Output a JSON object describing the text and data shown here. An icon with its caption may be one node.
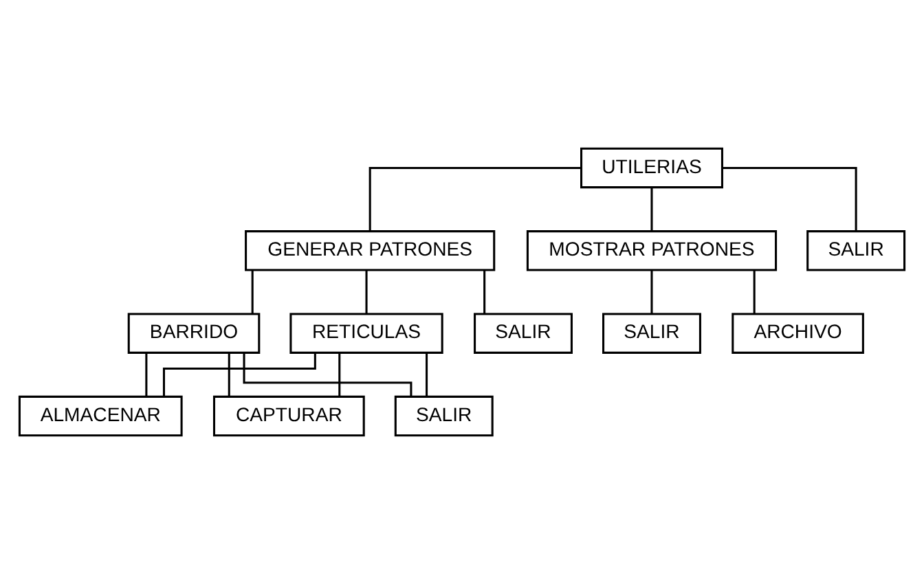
{
  "diagram": {
    "nodes": [
      {
        "text": [
          "UTILERIAS"
        ]
      },
      {
        "text": [
          "GENERAR PATRONES"
        ]
      },
      {
        "text": [
          "MOSTRAR PATRONES"
        ]
      },
      {
        "text": [
          "SALIR"
        ]
      },
      {
        "text": [
          "RETICULAS"
        ]
      },
      {
        "text": [
          "BARRIDO"
        ]
      },
      {
        "text": [
          "SALIR"
        ]
      },
      {
        "text": [
          "ARCHIVO"
        ]
      },
      {
        "text": [
          "SALIR"
        ]
      },
      {
        "text": [
          "ALMACENAR"
        ]
      },
      {
        "text": [
          "CAPTURAR"
        ]
      },
      {
        "text": [
          "SALIR"
        ]
      }
    ],
    "edges": [
      {
        "from": 0,
        "to": 1,
        "arrow": "none"
      },
      {
        "from": 0,
        "to": 2,
        "arrow": "none"
      },
      {
        "from": 0,
        "to": 3,
        "arrow": "none"
      },
      {
        "from": 1,
        "to": 4,
        "arrow": "none"
      },
      {
        "from": 1,
        "to": 5,
        "arrow": "none"
      },
      {
        "from": 1,
        "to": 6,
        "arrow": "none"
      },
      {
        "from": 2,
        "to": 7,
        "arrow": "none"
      },
      {
        "from": 2,
        "to": 8,
        "arrow": "none"
      },
      {
        "from": 4,
        "to": 9,
        "arrow": "none"
      },
      {
        "from": 4,
        "to": 10,
        "arrow": "none"
      },
      {
        "from": 4,
        "to": 11,
        "arrow": "none"
      },
      {
        "from": 5,
        "to": 9,
        "arrow": "none"
      },
      {
        "from": 5,
        "to": 10,
        "arrow": "none"
      },
      {
        "from": 5,
        "to": 11,
        "arrow": "none"
      }
    ]
  }
}
